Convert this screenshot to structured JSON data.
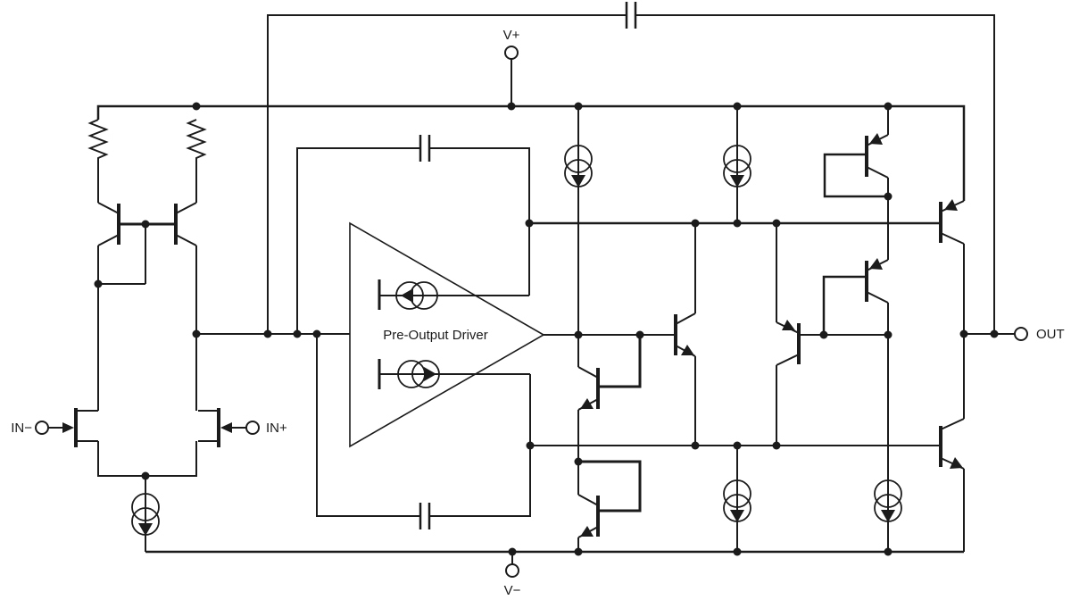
{
  "labels": {
    "v_plus": "V+",
    "v_minus": "V−",
    "in_minus": "IN−",
    "in_plus": "IN+",
    "out": "OUT",
    "driver": "Pre-Output Driver"
  },
  "colors": {
    "line": "#1b1b1b",
    "background": "#ffffff"
  }
}
